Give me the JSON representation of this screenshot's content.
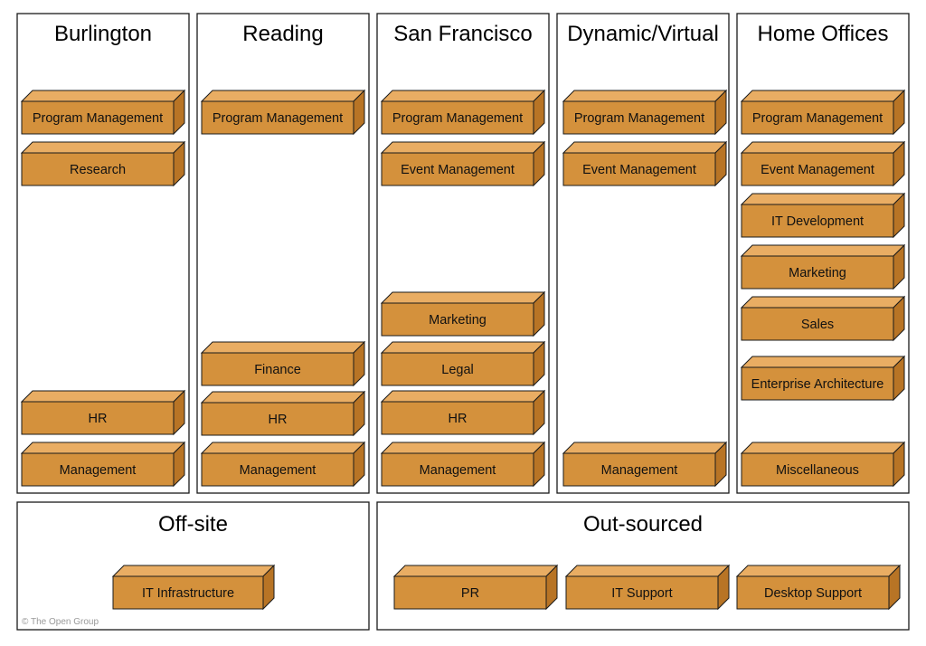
{
  "colors": {
    "box_front": "#d4913c",
    "box_top": "#e9ad63",
    "box_side": "#b87425",
    "outline": "#1a1a1a"
  },
  "panels": [
    {
      "title": "Burlington",
      "boxes": [
        "Program Management",
        "Research",
        "HR",
        "Management"
      ]
    },
    {
      "title": "Reading",
      "boxes": [
        "Program Management",
        "Finance",
        "HR",
        "Management"
      ]
    },
    {
      "title": "San Francisco",
      "boxes": [
        "Program Management",
        "Event Management",
        "Marketing",
        "Legal",
        "HR",
        "Management"
      ]
    },
    {
      "title": "Dynamic/Virtual",
      "boxes": [
        "Program Management",
        "Event Management",
        "Management"
      ]
    },
    {
      "title": "Home Offices",
      "boxes": [
        "Program Management",
        "Event Management",
        "IT Development",
        "Marketing",
        "Sales",
        "Enterprise Architecture",
        "Miscellaneous"
      ]
    },
    {
      "title": "Off-site",
      "boxes": [
        "IT Infrastructure"
      ]
    },
    {
      "title": "Out-sourced",
      "boxes": [
        "PR",
        "IT Support",
        "Desktop Support"
      ]
    }
  ],
  "copyright": "© The Open Group"
}
